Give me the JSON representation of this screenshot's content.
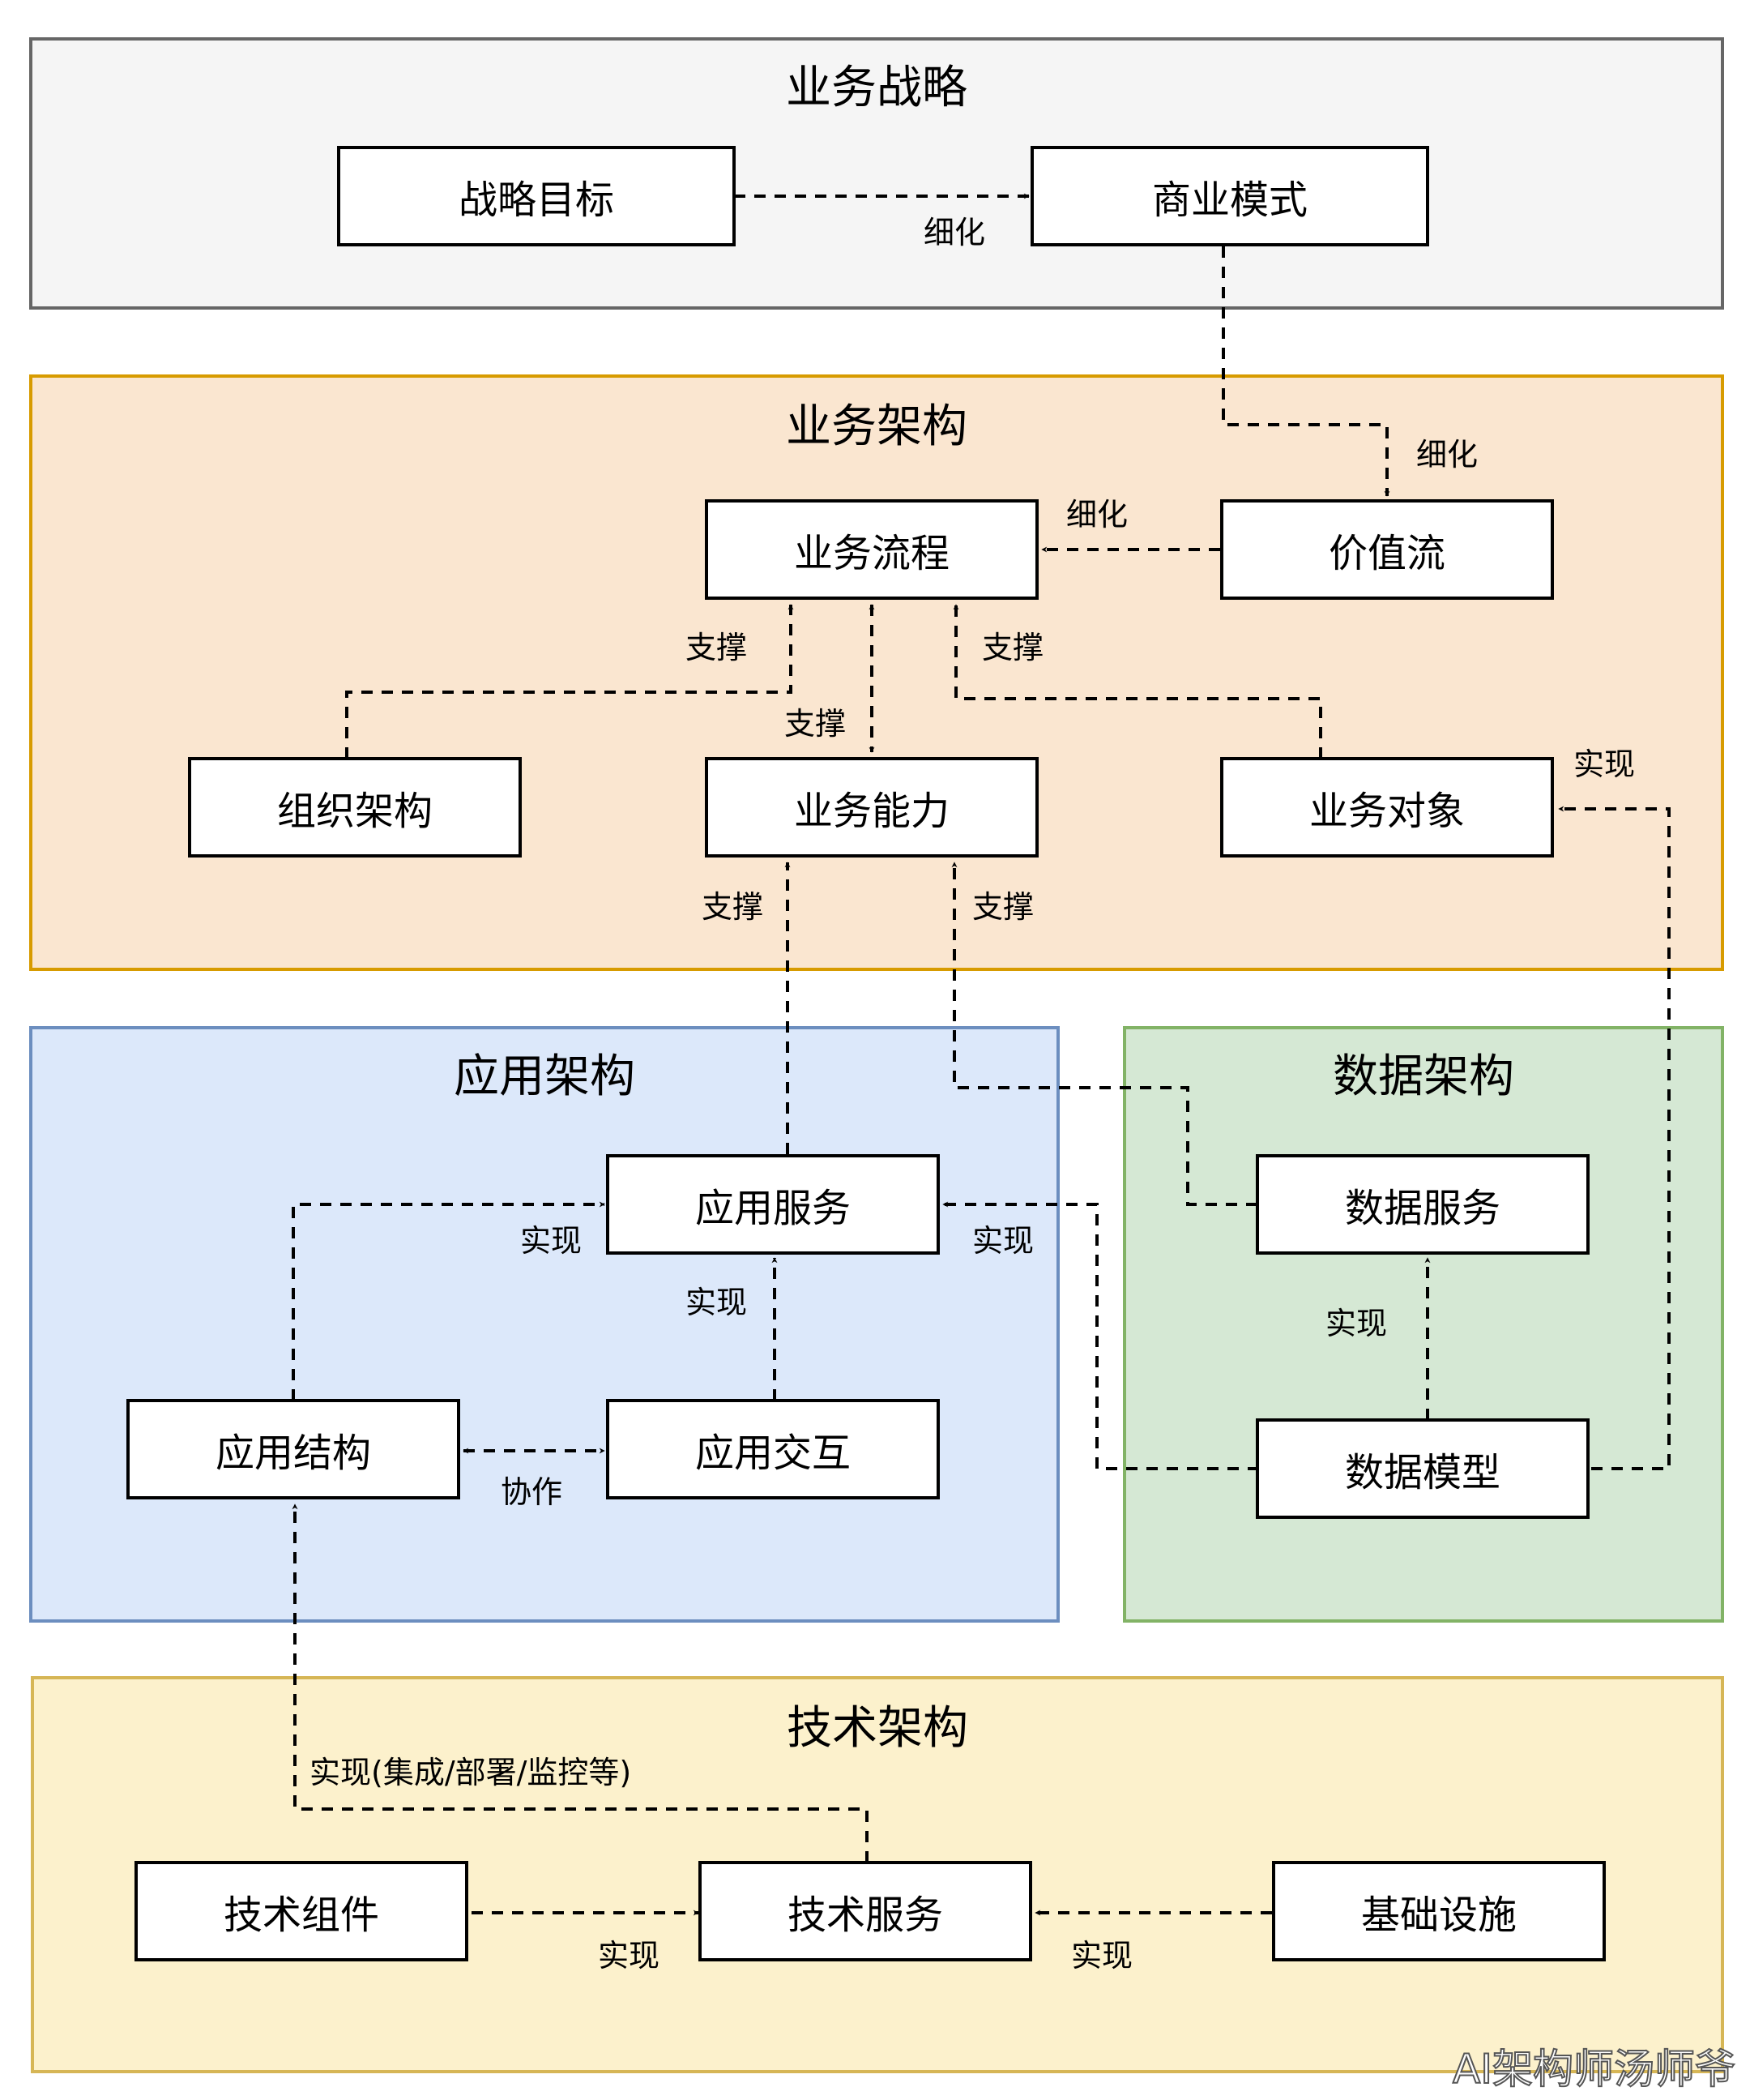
{
  "layers": {
    "strategy": {
      "title": "业务战略"
    },
    "business": {
      "title": "业务架构"
    },
    "application": {
      "title": "应用架构"
    },
    "data": {
      "title": "数据架构"
    },
    "technology": {
      "title": "技术架构"
    }
  },
  "nodes": {
    "strategic_goal": "战略目标",
    "business_model": "商业模式",
    "business_process": "业务流程",
    "value_stream": "价值流",
    "organization": "组织架构",
    "business_capability": "业务能力",
    "business_object": "业务对象",
    "app_service": "应用服务",
    "app_structure": "应用结构",
    "app_interaction": "应用交互",
    "data_service": "数据服务",
    "data_model": "数据模型",
    "tech_component": "技术组件",
    "tech_service": "技术服务",
    "infrastructure": "基础设施"
  },
  "edge_labels": {
    "goal_to_model": "细化",
    "model_to_value": "细化",
    "value_to_process": "细化",
    "org_to_process": "支撑",
    "object_to_process": "支撑",
    "capability_process": "支撑",
    "object_realize": "实现",
    "appservice_to_capability": "支撑",
    "dataservice_to_capability": "支撑",
    "structure_to_appservice": "实现",
    "datamodel_to_appservice": "实现",
    "interaction_to_appservice": "实现",
    "structure_interaction": "协作",
    "datamodel_to_dataservice": "实现",
    "techservice_to_structure": "实现(集成/部署/监控等)",
    "component_to_techservice": "实现",
    "infra_to_techservice": "实现"
  },
  "watermark": "AI架构师汤师爷",
  "colors": {
    "strategy_fill": "#f5f5f5",
    "strategy_border": "#666666",
    "business_fill": "#fae6d0",
    "business_border": "#d79b00",
    "application_fill": "#dce8fa",
    "application_border": "#6c8ebf",
    "data_fill": "#d5e8d4",
    "data_border": "#82b366",
    "technology_fill": "#fcf1cc",
    "technology_border": "#d6b656"
  }
}
